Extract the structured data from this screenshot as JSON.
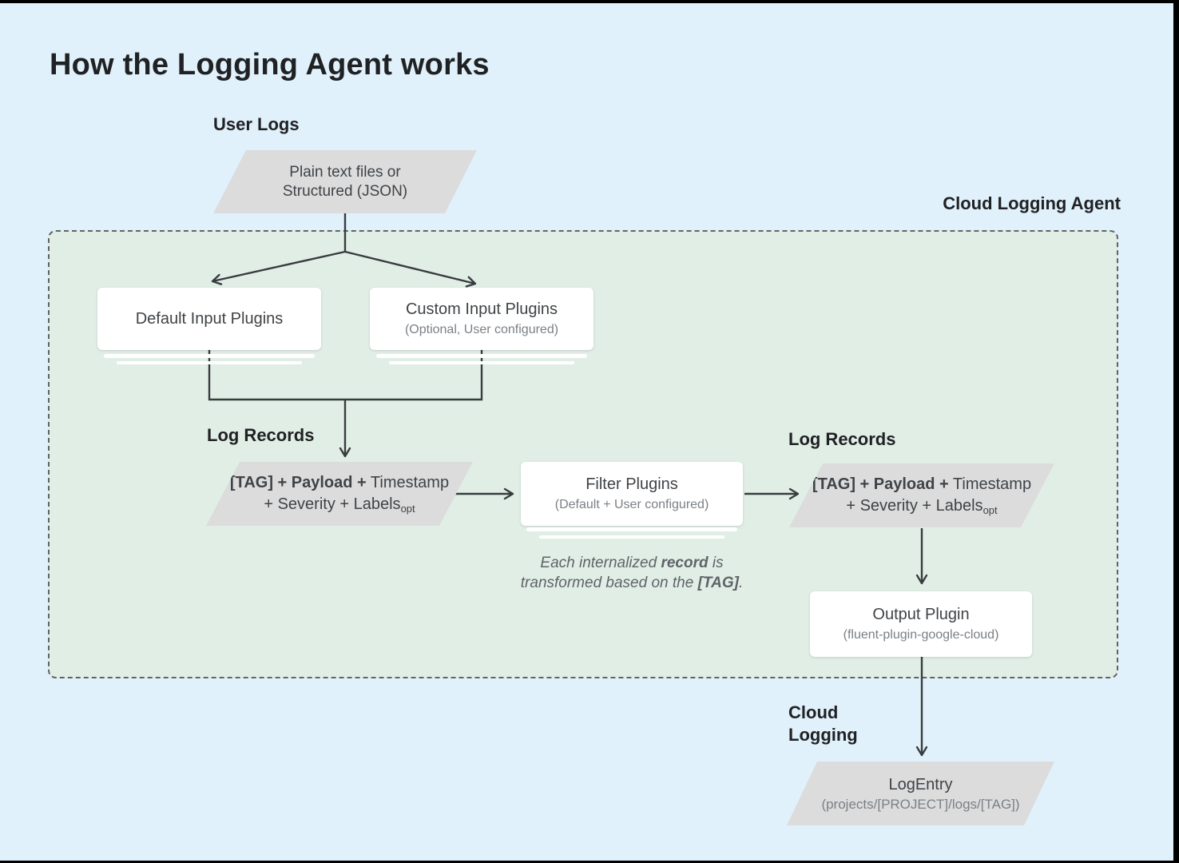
{
  "title": "How the Logging Agent works",
  "labels": {
    "user_logs": "User Logs",
    "agent": "Cloud Logging Agent",
    "log_records": "Log Records",
    "cloud_line1": "Cloud",
    "cloud_line2": "Logging"
  },
  "nodes": {
    "user_input": {
      "line1": "Plain text files or",
      "line2": "Structured (JSON)"
    },
    "default_input": {
      "title": "Default Input Plugins"
    },
    "custom_input": {
      "title": "Custom Input Plugins",
      "subtitle": "(Optional, User configured)"
    },
    "log_record": {
      "bold": "[TAG] + Payload +",
      "regular": " Timestamp",
      "line2": "+ Severity + Labels",
      "subscript": "opt"
    },
    "filter": {
      "title": "Filter Plugins",
      "subtitle": "(Default + User configured)"
    },
    "output": {
      "title": "Output Plugin",
      "subtitle": "(fluent-plugin-google-cloud)"
    },
    "log_entry": {
      "title": "LogEntry",
      "subtitle": "(projects/[PROJECT]/logs/[TAG])"
    }
  },
  "note": {
    "part1": "Each internalized ",
    "bold1": "record",
    "part2": " is transformed based on the ",
    "bold2": "[TAG]",
    "part3": "."
  },
  "colors": {
    "background": "#e0f1fb",
    "agent_area": "#e1eee6",
    "agent_border": "#5f6469",
    "shape_fill": "#dcdcdc",
    "card_fill": "#ffffff",
    "line": "#393c3f",
    "text_primary": "#202124",
    "text_body": "#3f4347",
    "text_secondary": "#7b8086",
    "note_text": "#5f6368"
  }
}
